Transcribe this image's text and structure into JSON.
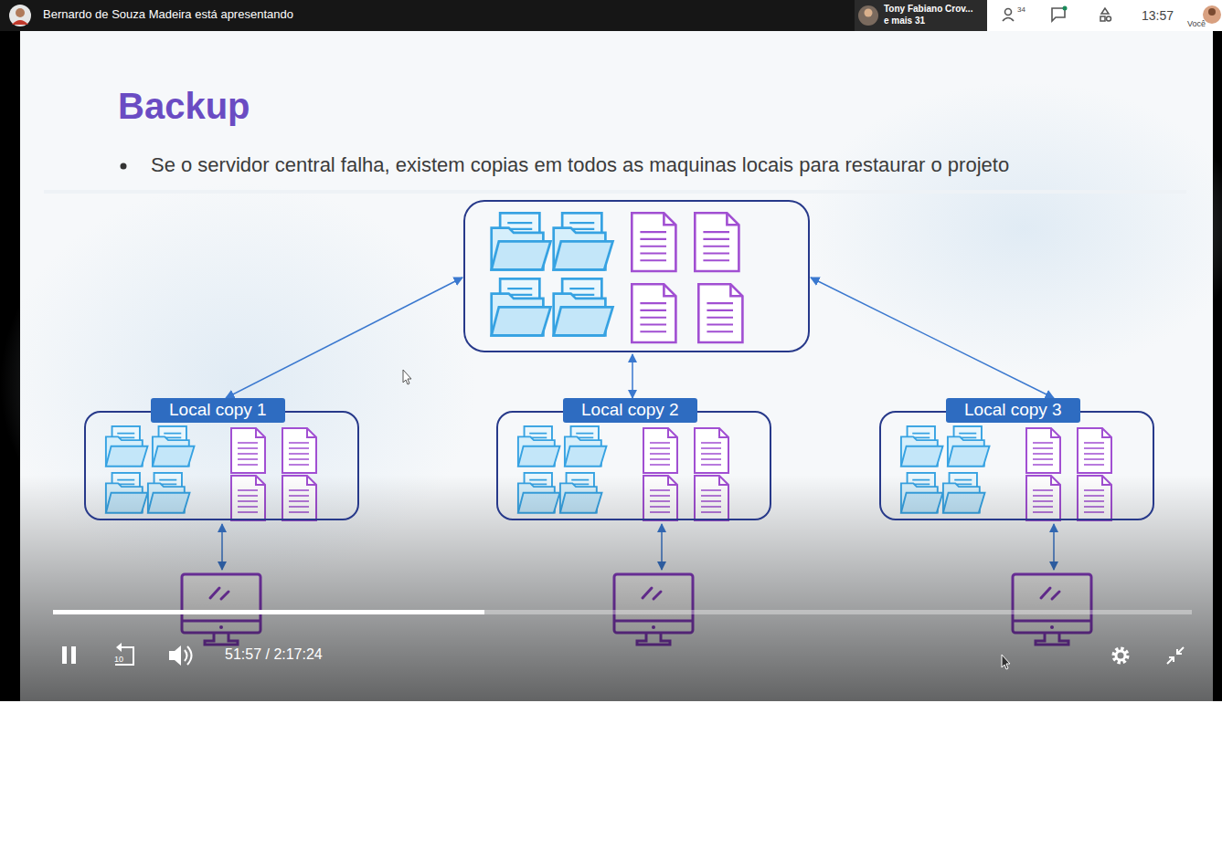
{
  "diagram": {
    "title": "Backup",
    "nodes": [
      {
        "text": [
          "Local copy 1"
        ]
      },
      {
        "text": [
          "Local copy 2"
        ]
      },
      {
        "text": [
          "Local copy 3"
        ]
      }
    ],
    "labels": [
      "Se o servidor central falha, existem copias em todos as maquinas locais para restaurar o projeto",
      "Bernardo de Souza Madeira está apresentando",
      "Tony Fabiano Crov...",
      "e mais 31",
      "34",
      "13:57",
      "Você",
      "10",
      "51:57 / 2:17:24"
    ]
  }
}
